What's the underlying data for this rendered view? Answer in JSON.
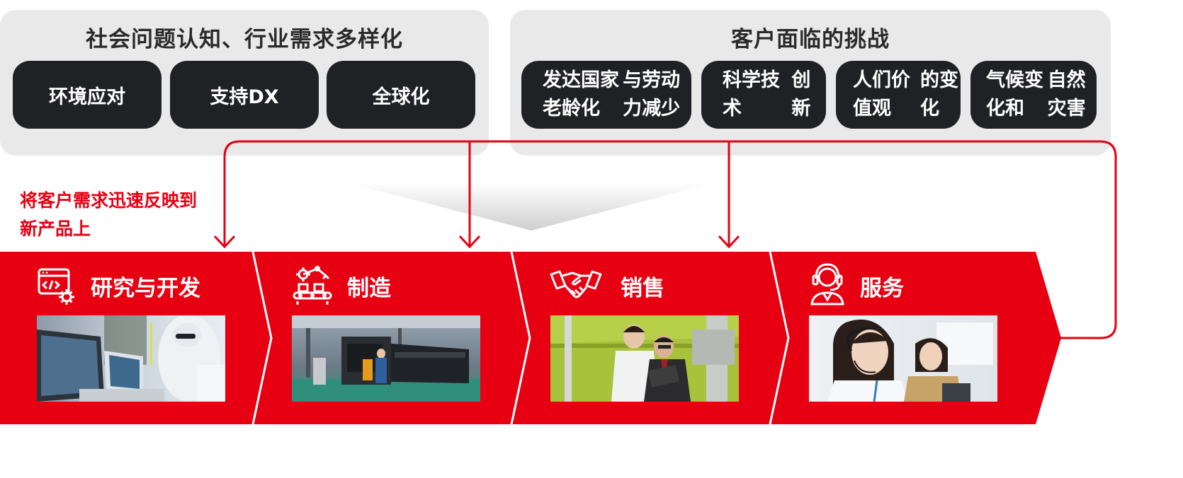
{
  "colors": {
    "accent": "#e60012",
    "panel_bg": "#e9e9e9",
    "pill_bg": "#202124",
    "pill_text": "#ffffff"
  },
  "top_left_panel": {
    "title": "社会问题认知、行业需求多样化",
    "pills": [
      {
        "label": "环境应对"
      },
      {
        "label": "支持DX"
      },
      {
        "label": "全球化"
      }
    ]
  },
  "top_right_panel": {
    "title": "客户面临的挑战",
    "pills": [
      {
        "line1": "发达国家老龄化",
        "line2": "与劳动力减少"
      },
      {
        "line1": "科学技术",
        "line2": "创新"
      },
      {
        "line1": "人们价值观",
        "line2": "的变化"
      },
      {
        "line1": "气候变化和",
        "line2": "自然灾害"
      }
    ]
  },
  "feedback_note": {
    "line1": "将客户需求迅速反映到",
    "line2": "新产品上"
  },
  "stages": [
    {
      "label": "研究与开发",
      "icon": "code-gear-icon",
      "photo": "lab-engineer-photo"
    },
    {
      "label": "制造",
      "icon": "robot-arm-conveyor-icon",
      "photo": "factory-floor-photo"
    },
    {
      "label": "销售",
      "icon": "handshake-icon",
      "photo": "sales-meeting-photo"
    },
    {
      "label": "服务",
      "icon": "headset-operator-icon",
      "photo": "call-center-photo"
    }
  ]
}
